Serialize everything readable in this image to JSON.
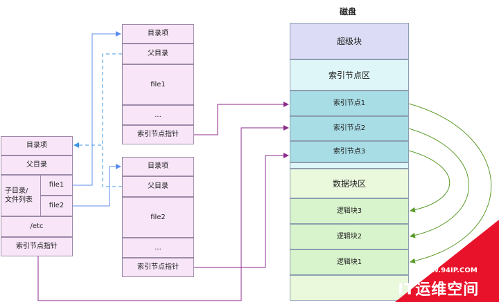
{
  "left_dir": {
    "entry": "目录项",
    "parent": "父目录",
    "list_label": "子目录/\n文件列表",
    "file1": "file1",
    "file2": "file2",
    "etc": "/etc",
    "inode_ptr": "索引节点指针"
  },
  "top_file": {
    "entry": "目录项",
    "parent": "父目录",
    "name": "file1",
    "dots": "...",
    "inode_ptr": "索引节点指针"
  },
  "bottom_file": {
    "entry": "目录项",
    "parent": "父目录",
    "name": "file2",
    "dots": "...",
    "inode_ptr": "索引节点指针"
  },
  "disk": {
    "title": "磁盘",
    "super_block": "超级块",
    "inode_area": "索引节点区",
    "inodes": [
      "索引节点1",
      "索引节点2",
      "索引节点3"
    ],
    "data_area": "数据块区",
    "blocks": [
      "逻辑块3",
      "逻辑块2",
      "逻辑块1"
    ]
  },
  "watermark": {
    "url": "WWW.94IP.COM",
    "name": "IT运维空间"
  },
  "colors": {
    "arrow_blue": "#5b8def",
    "arrow_dashed": "#3d95e0",
    "arrow_purple": "#8c2a8c",
    "arrow_green": "#5a9a28",
    "watermark_red": "#e8132a"
  }
}
